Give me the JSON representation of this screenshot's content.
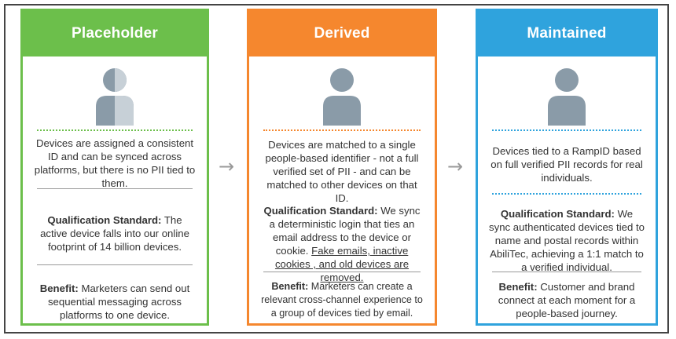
{
  "colors": {
    "placeholder": "#6cbf4b",
    "derived": "#f5872e",
    "maintained": "#2fa3dd",
    "person": "#8a9ba8"
  },
  "cards": [
    {
      "title": "Placeholder",
      "description": "Devices are assigned a consistent ID and can be synced across platforms, but there is no PII tied to them.",
      "qualification_label": "Qualification Standard:",
      "qualification_text": " The active device falls into our online footprint of 14 billion devices.",
      "benefit_label": "Benefit:",
      "benefit_text": " Marketers can send out sequential messaging across platforms to one device."
    },
    {
      "title": "Derived",
      "description": "Devices are matched to a single people-based identifier - not a full verified set of PII - and can be matched to other devices on that ID.",
      "qualification_label": "Qualification Standard:",
      "qualification_text": " We sync a deterministic login that ties an email address to the device or cookie.",
      "qualification_underlined": "Fake emails, inactive cookies , and old devices are removed.",
      "benefit_label": "Benefit:",
      "benefit_text": " Marketers can create a relevant cross-channel experience to a group of devices tied by email."
    },
    {
      "title": "Maintained",
      "description": "Devices tied to a RampID based on full verified PII records for real individuals.",
      "qualification_label": "Qualification Standard:",
      "qualification_text": " We sync authenticated devices tied to name and postal records within AbiliTec, achieving a 1:1 match to a verified individual.",
      "benefit_label": "Benefit:",
      "benefit_text": " Customer and brand connect at each moment for a people-based journey."
    }
  ],
  "arrows": [
    "→",
    "→"
  ]
}
